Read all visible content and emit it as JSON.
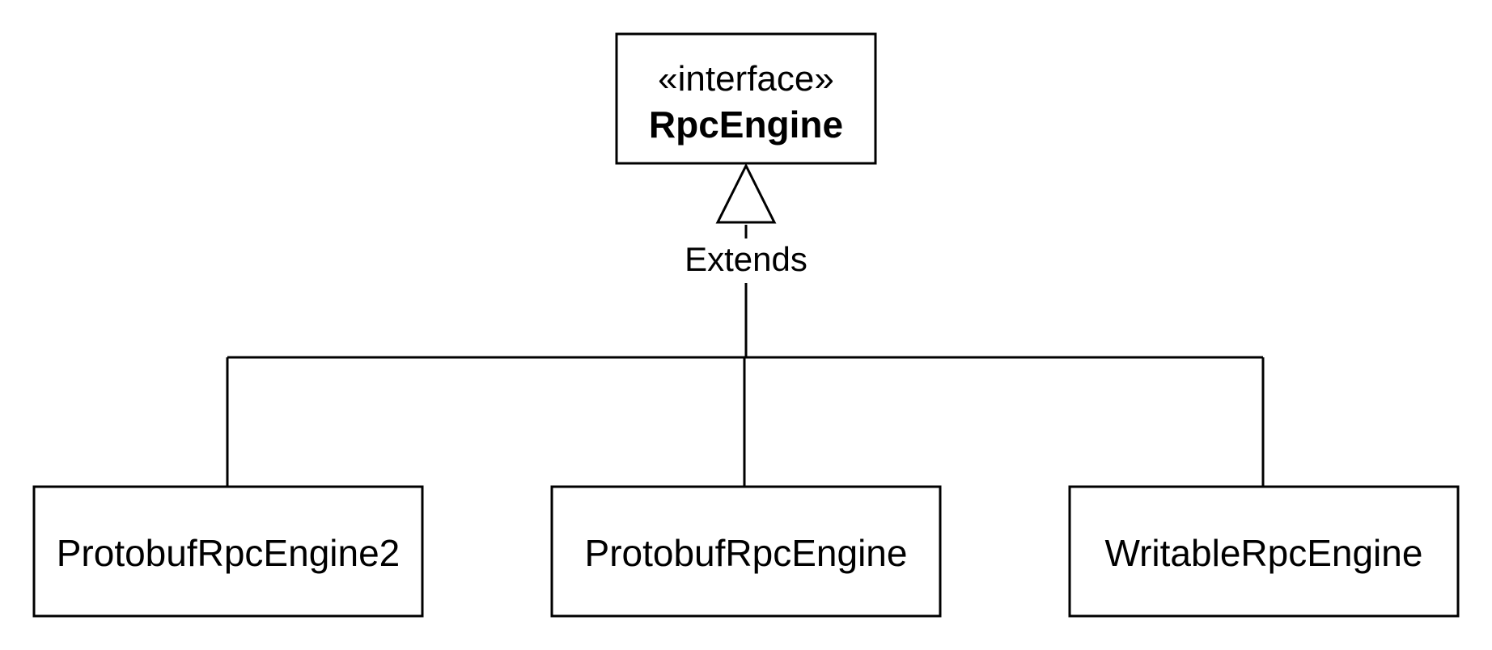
{
  "interface": {
    "stereotype": "«interface»",
    "name": "RpcEngine"
  },
  "relation": {
    "label": "Extends"
  },
  "implementations": [
    {
      "name": "ProtobufRpcEngine2"
    },
    {
      "name": "ProtobufRpcEngine"
    },
    {
      "name": "WritableRpcEngine"
    }
  ],
  "colors": {
    "stroke": "#000000",
    "background": "#ffffff"
  }
}
